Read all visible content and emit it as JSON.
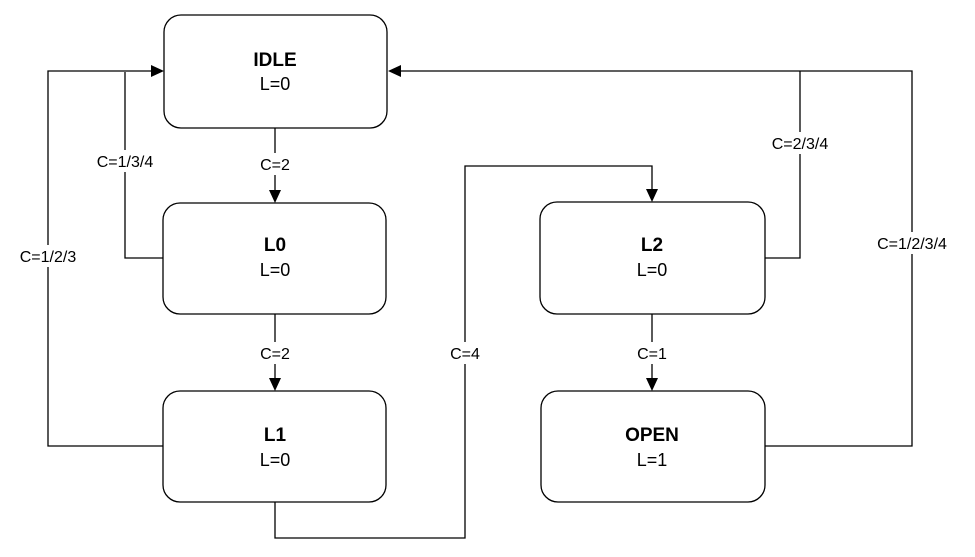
{
  "diagram": {
    "states": [
      {
        "id": "idle",
        "name": "IDLE",
        "output": "L=0"
      },
      {
        "id": "l0",
        "name": "L0",
        "output": "L=0"
      },
      {
        "id": "l1",
        "name": "L1",
        "output": "L=0"
      },
      {
        "id": "l2",
        "name": "L2",
        "output": "L=0"
      },
      {
        "id": "open",
        "name": "OPEN",
        "output": "L=1"
      }
    ],
    "transitions": [
      {
        "id": "idle-l0",
        "from": "IDLE",
        "to": "L0",
        "label": "C=2"
      },
      {
        "id": "l0-l1",
        "from": "L0",
        "to": "L1",
        "label": "C=2"
      },
      {
        "id": "l0-idle",
        "from": "L0",
        "to": "IDLE",
        "label": "C=1/3/4"
      },
      {
        "id": "l1-idle",
        "from": "L1",
        "to": "IDLE",
        "label": "C=1/2/3"
      },
      {
        "id": "l1-l2",
        "from": "L1",
        "to": "L2",
        "label": "C=4"
      },
      {
        "id": "l2-open",
        "from": "L2",
        "to": "OPEN",
        "label": "C=1"
      },
      {
        "id": "l2-idle",
        "from": "L2",
        "to": "IDLE",
        "label": "C=2/3/4"
      },
      {
        "id": "open-idle",
        "from": "OPEN",
        "to": "IDLE",
        "label": "C=1/2/3/4"
      }
    ]
  }
}
